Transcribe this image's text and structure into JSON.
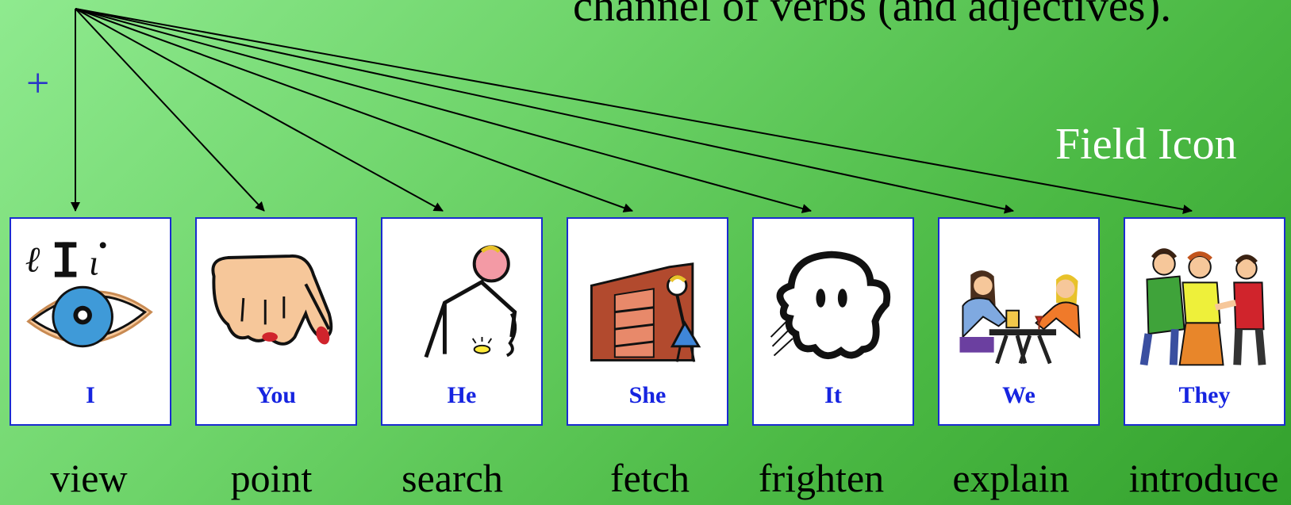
{
  "headline": "channel of verbs (and adjectives).",
  "plus_sign": "+",
  "field_icon_label": "Field Icon",
  "cards": [
    {
      "pronoun": "I",
      "verb": "view",
      "icon": "eye-icon"
    },
    {
      "pronoun": "You",
      "verb": "point",
      "icon": "pointing-hand-icon"
    },
    {
      "pronoun": "He",
      "verb": "search",
      "icon": "stick-figure-searching-icon"
    },
    {
      "pronoun": "She",
      "verb": "fetch",
      "icon": "woman-at-shelf-icon"
    },
    {
      "pronoun": "It",
      "verb": "frighten",
      "icon": "ghost-icon"
    },
    {
      "pronoun": "We",
      "verb": "explain",
      "icon": "people-at-table-icon"
    },
    {
      "pronoun": "They",
      "verb": "introduce",
      "icon": "three-people-handshake-icon"
    }
  ],
  "colors": {
    "card_border": "#1a2bd0",
    "pronoun_text": "#1624e0",
    "plus": "#2a36c8",
    "label_white": "#ffffff"
  }
}
